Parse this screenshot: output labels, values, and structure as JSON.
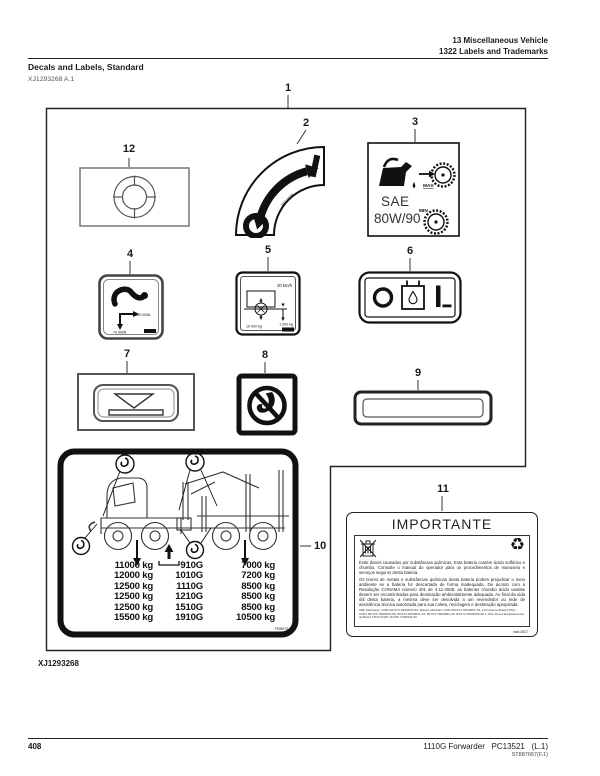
{
  "header": {
    "right_line1": "13 Miscellaneous Vehicle",
    "right_line2": "1322 Labels and Trademarks",
    "title": "Decals and Labels, Standard",
    "revision": "XJ1293268 A.1"
  },
  "footer": {
    "page_number": "408",
    "model_line": "1110G Forwarder   PC13521   (L.1)",
    "doc_code": "ST887667(F.1)"
  },
  "figure_caption": "XJ1293268",
  "callouts": {
    "c1": "1",
    "c2": "2",
    "c3": "3",
    "c4": "4",
    "c5": "5",
    "c6": "6",
    "c7": "7",
    "c8": "8",
    "c9": "9",
    "c10": "10",
    "c11": "11",
    "c12": "12"
  },
  "decal2": {
    "code": "F602229"
  },
  "decal3": {
    "sae1": "SAE",
    "sae2": "80W/90",
    "max": "MAX",
    "min": "MIN"
  },
  "decal4": {
    "f1": "150 000N",
    "f2": "70 000N"
  },
  "decal5": {
    "speed": "20 km/h",
    "w_left": "10 000 kg",
    "w_right": "1 000 kg"
  },
  "decal10": {
    "rows": [
      [
        "11000 kg",
        "910G",
        "7000 kg"
      ],
      [
        "12000 kg",
        "1010G",
        "7200 kg"
      ],
      [
        "12500 kg",
        "1110G",
        "8500 kg"
      ],
      [
        "12500 kg",
        "1210G",
        "8500 kg"
      ],
      [
        "12500 kg",
        "1510G",
        "8500 kg"
      ],
      [
        "15500 kg",
        "1910G",
        "10500 kg"
      ]
    ],
    "code": "F695975"
  },
  "decal11": {
    "title": "IMPORTANTE",
    "p1": "Evite danos causados por substâncias químicas. Esta bateria contém ácido sulfúrico e chumbo. Consulte o manual do operador para os procedimentos de manuseio e serviços seguros desta bateria.",
    "p2": "Os teores de metais e substâncias químicas desta bateria podem prejudicar o meio ambiente se a bateria for descartada de forma inadequada. De acordo com a Resolução CONAMA número 401 de 4-11-2008, as baterias chumbo ácido usadas devem ser encaminhadas para destinação ambientalmente adequada. Ao final da vida útil desta bateria, a mesma deve ser devolvida a um revendedor ou rede de assistência técnica autorizada para sua coleta, reciclagem e destinação apropriada.",
    "fine_print": "CBF fabricante: CNPJ 89.674.782/0014-50, Brasil Indústrias; CNPJ 89.674.782/0091-53; John Deere Brasil LTDA - CNPJ 89.674.782/0001-58; 89.674.782/0031-24; 89.674.782/0064-45; 89.674.782/0095-48 e John Deere Equipamentos do Brasil LTDA CNPJ 10.205.770/0001-52",
    "code": "mab10527"
  }
}
